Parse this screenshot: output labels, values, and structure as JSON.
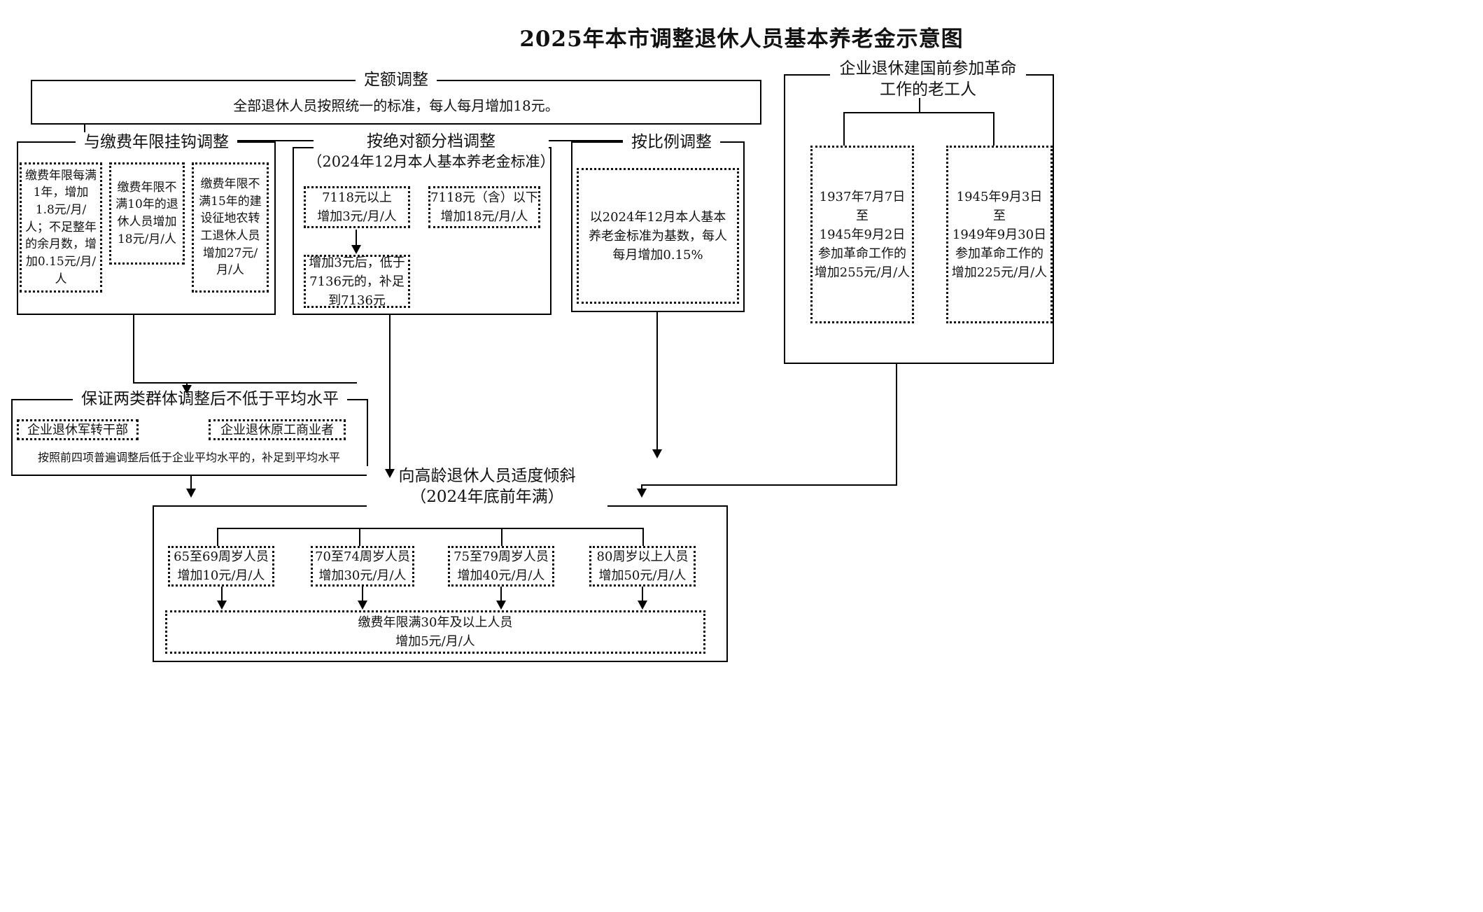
{
  "title": "2025年本市调整退休人员基本养老金示意图",
  "sections": {
    "fixed_adjust": {
      "legend": "定额调整",
      "body": "全部退休人员按照统一的标准，每人每月增加18元。"
    },
    "years_linked": {
      "legend": "与缴费年限挂钩调整",
      "items": [
        "缴费年限每满1年，增加1.8元/月/人；不足整年的余月数，增加0.15元/月/人",
        "缴费年限不满10年的退休人员增加18元/月/人",
        "缴费年限不满15年的建设征地农转工退休人员增加27元/月/人"
      ]
    },
    "absolute_tier": {
      "legend_line1": "按绝对额分档调整",
      "legend_line2": "（2024年12月本人基本养老金标准）",
      "tier_high": "7118元以上\n增加3元/月/人",
      "tier_low": "7118元（含）以下\n增加18元/月/人",
      "tier_makeup": "增加3元后，低于7136元的，补足到7136元"
    },
    "proportional": {
      "legend": "按比例调整",
      "body": "以2024年12月本人基本养老金标准为基数，每人每月增加0.15%"
    },
    "pre_founding_veterans": {
      "legend_line1": "企业退休建国前参加革命",
      "legend_line2": "工作的老工人",
      "items": [
        "1937年7月7日\n至\n1945年9月2日\n参加革命工作的\n增加255元/月/人",
        "1945年9月3日\n至\n1949年9月30日\n参加革命工作的\n增加225元/月/人"
      ]
    },
    "two_groups": {
      "legend": "保证两类群体调整后不低于平均水平",
      "tags": [
        "企业退休军转干部",
        "企业退休原工商业者"
      ],
      "note": "按照前四项普遍调整后低于企业平均水平的，补足到平均水平"
    },
    "elderly_tilt": {
      "legend_line1": "向高龄退休人员适度倾斜",
      "legend_line2": "（2024年底前年满）",
      "age_groups": [
        "65至69周岁人员\n增加10元/月/人",
        "70至74周岁人员\n增加30元/月/人",
        "75至79周岁人员\n增加40元/月/人",
        "80周岁以上人员\n增加50元/月/人"
      ],
      "bottom_note": "缴费年限满30年及以上人员\n增加5元/月/人"
    }
  }
}
